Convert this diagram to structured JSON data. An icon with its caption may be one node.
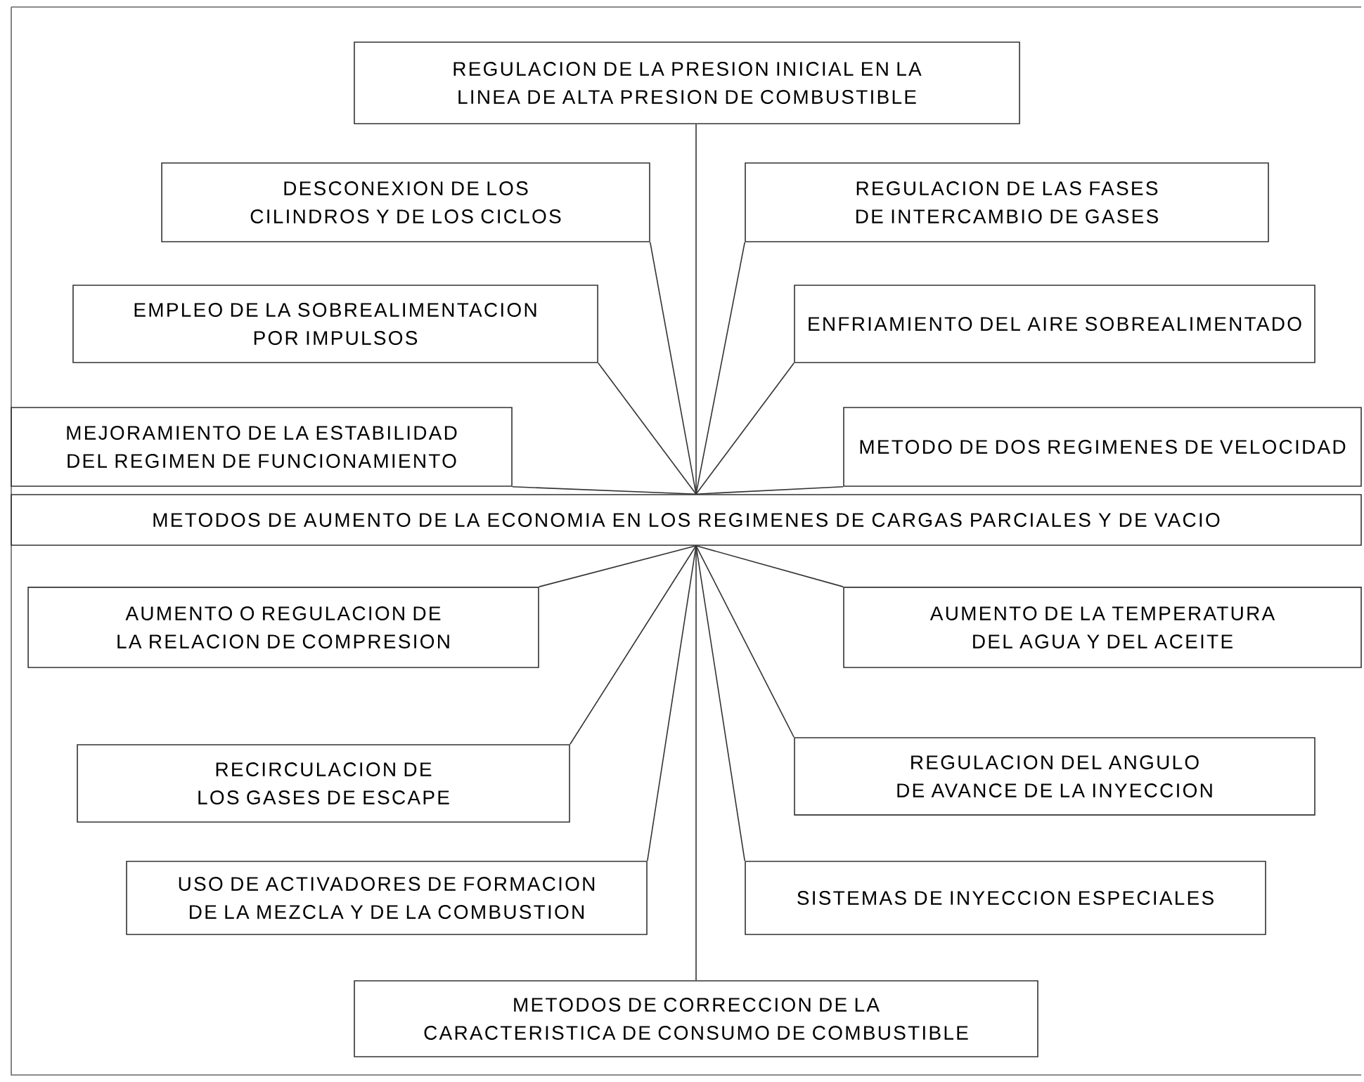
{
  "diagram": {
    "nodes": [
      {
        "text": [
          "REGULACION DE LA PRESION INICIAL EN LA LINEA DE ALTA PRESION DE COMBUSTIBLE"
        ]
      },
      {
        "text": [
          "DESCONEXION DE LOS CILINDROS Y DE LOS CICLOS"
        ]
      },
      {
        "text": [
          "REGULACION DE LAS FASES DE INTERCAMBIO DE GASES"
        ]
      },
      {
        "text": [
          "EMPLEO DE LA SOBREALIMENTACION POR IMPULSOS"
        ]
      },
      {
        "text": [
          "ENFRIAMIENTO DEL AIRE SOBREALIMENTADO"
        ]
      },
      {
        "text": [
          "MEJORAMIENTO DE LA ESTABILIDAD DEL REGIMEN DE FUNCIONAMIENTO"
        ]
      },
      {
        "text": [
          "METODO DE DOS REGIMENES DE VELOCIDAD"
        ]
      },
      {
        "text": [
          "METODOS DE AUMENTO DE LA ECONOMIA EN LOS REGIMENES DE CARGAS PARCIALES Y DE VACIO"
        ]
      },
      {
        "text": [
          "AUMENTO O REGULACION DE LA RELACION DE COMPRESION"
        ]
      },
      {
        "text": [
          "AUMENTO DE LA TEMPERATURA DEL AGUA Y DEL ACEITE"
        ]
      },
      {
        "text": [
          "RECIRCULACION DE LOS GASES DE ESCAPE"
        ]
      },
      {
        "text": [
          "REGULACION DEL ANGULO DE AVANCE DE LA INYECCION"
        ]
      },
      {
        "text": [
          "USO DE ACTIVADORES DE FORMACION DE LA MEZCLA Y DE LA COMBUSTION"
        ]
      },
      {
        "text": [
          "SISTEMAS DE INYECCION ESPECIALES"
        ]
      },
      {
        "text": [
          "METODOS DE CORRECCION DE LA CARACTERISTICA DE CONSUMO DE COMBUSTIBLE"
        ]
      }
    ],
    "edges": [
      {
        "from": 0,
        "to": 7,
        "arrow": "none"
      },
      {
        "from": 1,
        "to": 7,
        "arrow": "none"
      },
      {
        "from": 2,
        "to": 7,
        "arrow": "none"
      },
      {
        "from": 3,
        "to": 7,
        "arrow": "none"
      },
      {
        "from": 4,
        "to": 7,
        "arrow": "none"
      },
      {
        "from": 5,
        "to": 7,
        "arrow": "none"
      },
      {
        "from": 6,
        "to": 7,
        "arrow": "none"
      },
      {
        "from": 8,
        "to": 7,
        "arrow": "none"
      },
      {
        "from": 9,
        "to": 7,
        "arrow": "none"
      },
      {
        "from": 10,
        "to": 7,
        "arrow": "none"
      },
      {
        "from": 11,
        "to": 7,
        "arrow": "none"
      },
      {
        "from": 12,
        "to": 7,
        "arrow": "none"
      },
      {
        "from": 13,
        "to": 7,
        "arrow": "none"
      },
      {
        "from": 14,
        "to": 7,
        "arrow": "none"
      }
    ]
  }
}
